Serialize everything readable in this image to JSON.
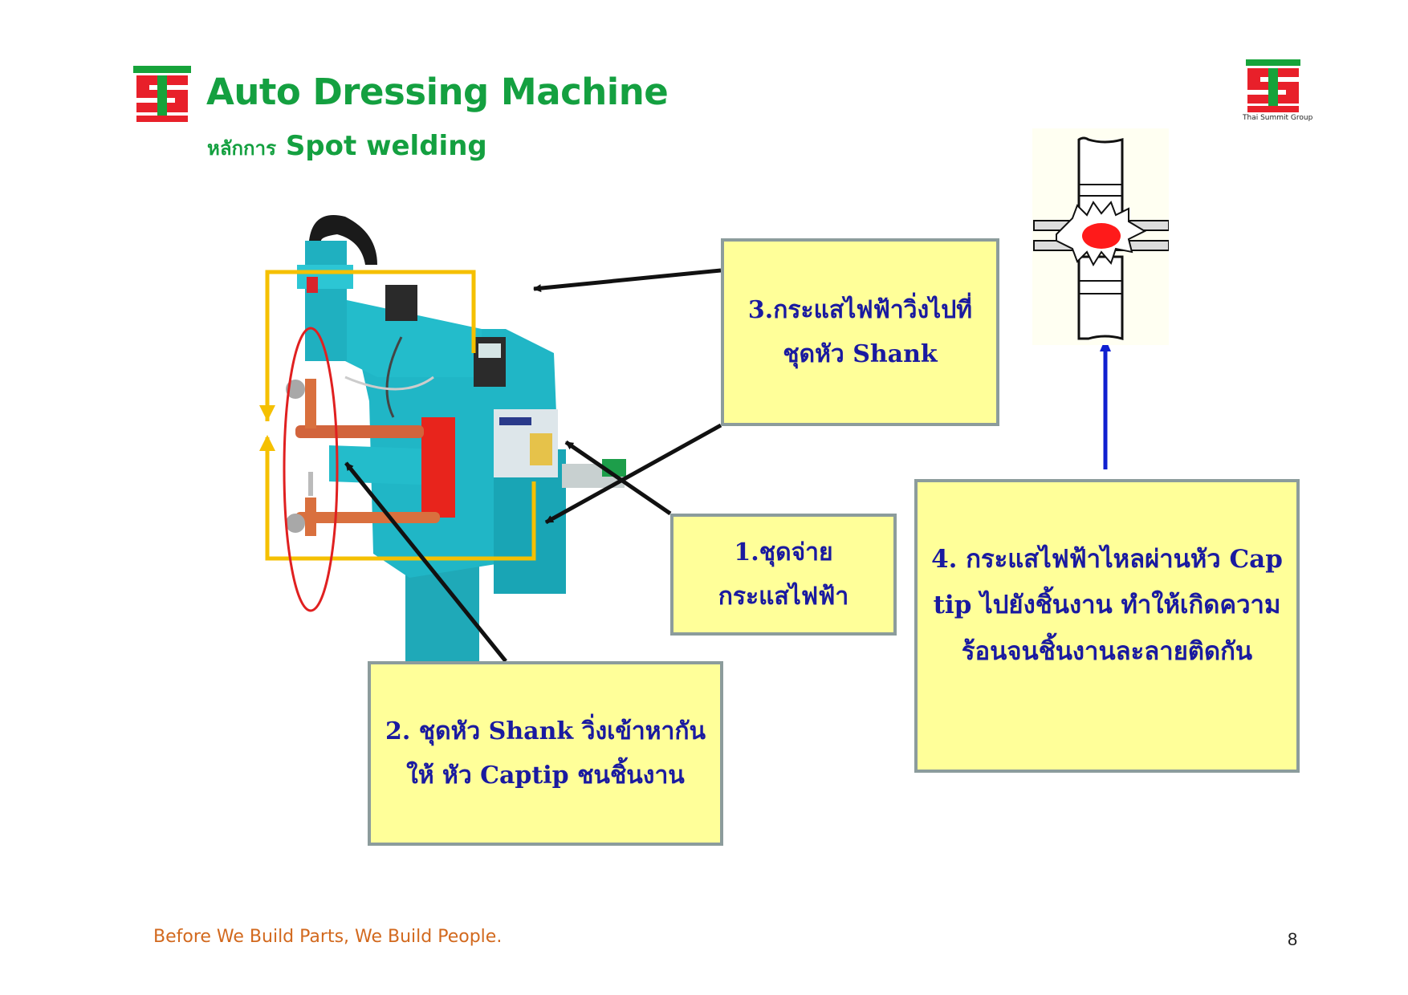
{
  "header": {
    "title": "Auto Dressing Machine",
    "subtitle_thai": "หลักการ",
    "subtitle_en": "Spot welding",
    "logo_right_caption": "Thai Summit Group"
  },
  "callouts": {
    "step1": {
      "line1": "1.ชุดจ่าย",
      "line2": "กระแสไฟฟ้า"
    },
    "step2": {
      "line1": "2. ชุดหัว Shank วิ่งเข้าหากัน",
      "line2": "ให้ หัว Captip ชนชิ้นงาน"
    },
    "step3": {
      "line1": "3.กระแสไฟฟ้าวิ่งไปที่",
      "line2": "ชุดหัว Shank"
    },
    "step4": {
      "line1": "4. กระแสไฟฟ้าไหลผ่านหัว Cap",
      "line2": "tip ไปยังชิ้นงาน ทำให้เกิดความ",
      "line3": "ร้อนจนชิ้นงานละลายติดกัน"
    }
  },
  "footer": {
    "slogan": "Before We Build Parts, We Build People.",
    "page_number": "8"
  },
  "colors": {
    "title_green": "#14a040",
    "callout_fill": "#ffff99",
    "callout_text": "#1a1aa0",
    "callout_border": "#8c9c9c",
    "footer_orange": "#d2691e",
    "machine_cyan": "#1fb5c4",
    "highlight_yellow": "#f5c000",
    "highlight_red": "#e02020",
    "arrow_blue": "#1020d0"
  }
}
